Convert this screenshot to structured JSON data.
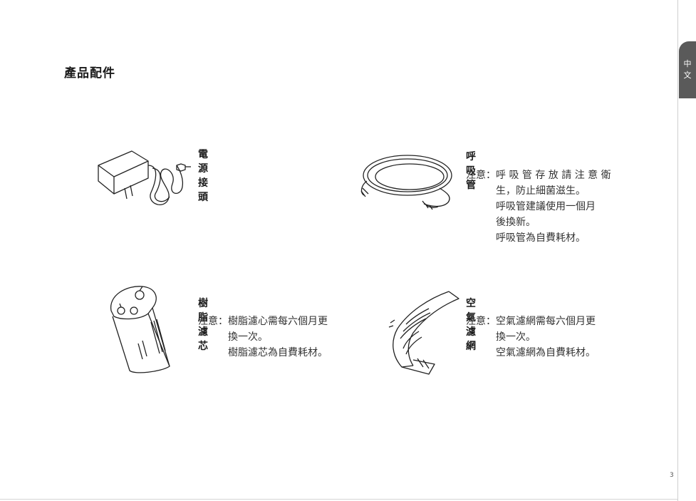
{
  "page": {
    "title": "產品配件",
    "language_tab": [
      "中",
      "文"
    ],
    "page_number": "3"
  },
  "items": [
    {
      "title": "電源接頭",
      "icon": "power-adapter-icon",
      "note_label": "",
      "note_lines": []
    },
    {
      "title": "呼吸管",
      "icon": "breathing-tube-icon",
      "note_label": "注意：",
      "note_lines": [
        "呼 吸 管 存 放 請 注 意 衛",
        "生，防止細菌滋生。",
        "呼吸管建議使用一個月",
        "後換新。",
        "呼吸管為自費耗材。"
      ]
    },
    {
      "title": "樹脂濾芯",
      "icon": "resin-filter-icon",
      "note_label": "注意：",
      "note_lines": [
        "樹脂濾心需每六個月更",
        "換一次。",
        "樹脂濾芯為自費耗材。"
      ]
    },
    {
      "title": "空氣濾網",
      "icon": "air-filter-icon",
      "note_label": "注意：",
      "note_lines": [
        "空氣濾網需每六個月更",
        "換一次。",
        "空氣濾網為自費耗材。"
      ]
    }
  ],
  "colors": {
    "tab": "#5a5a5a",
    "rule": "#cfcfcf",
    "text": "#222222"
  }
}
